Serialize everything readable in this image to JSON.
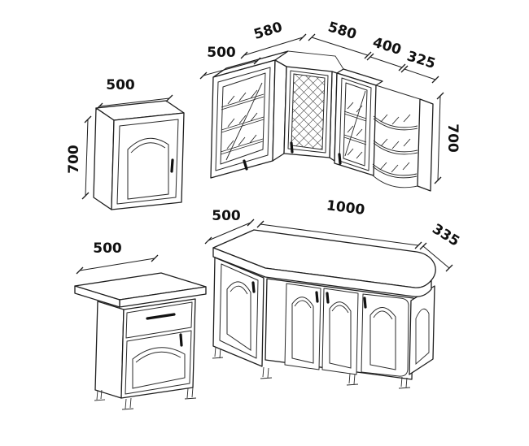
{
  "page": {
    "background_color": "#ffffff",
    "line_color": "#1e1e1e",
    "text_color": "#101010",
    "description": "Technical line drawing of a corner kitchen cabinet set with dimensions"
  },
  "diagram": {
    "type": "kitchen-cabinet-technical-drawing",
    "wall_cabinet_single": {
      "width": "500",
      "height": "700"
    },
    "wall_corner_unit": {
      "left_front_width": "500",
      "left_wall_depth": "580",
      "right_wall_depth": "580",
      "right_cabinet_width": "400",
      "end_shelf_width": "325",
      "height": "700"
    },
    "base_cabinet_single": {
      "width": "500"
    },
    "base_corner_unit": {
      "left_width": "500",
      "run_length": "1000",
      "end_depth": "335"
    }
  }
}
